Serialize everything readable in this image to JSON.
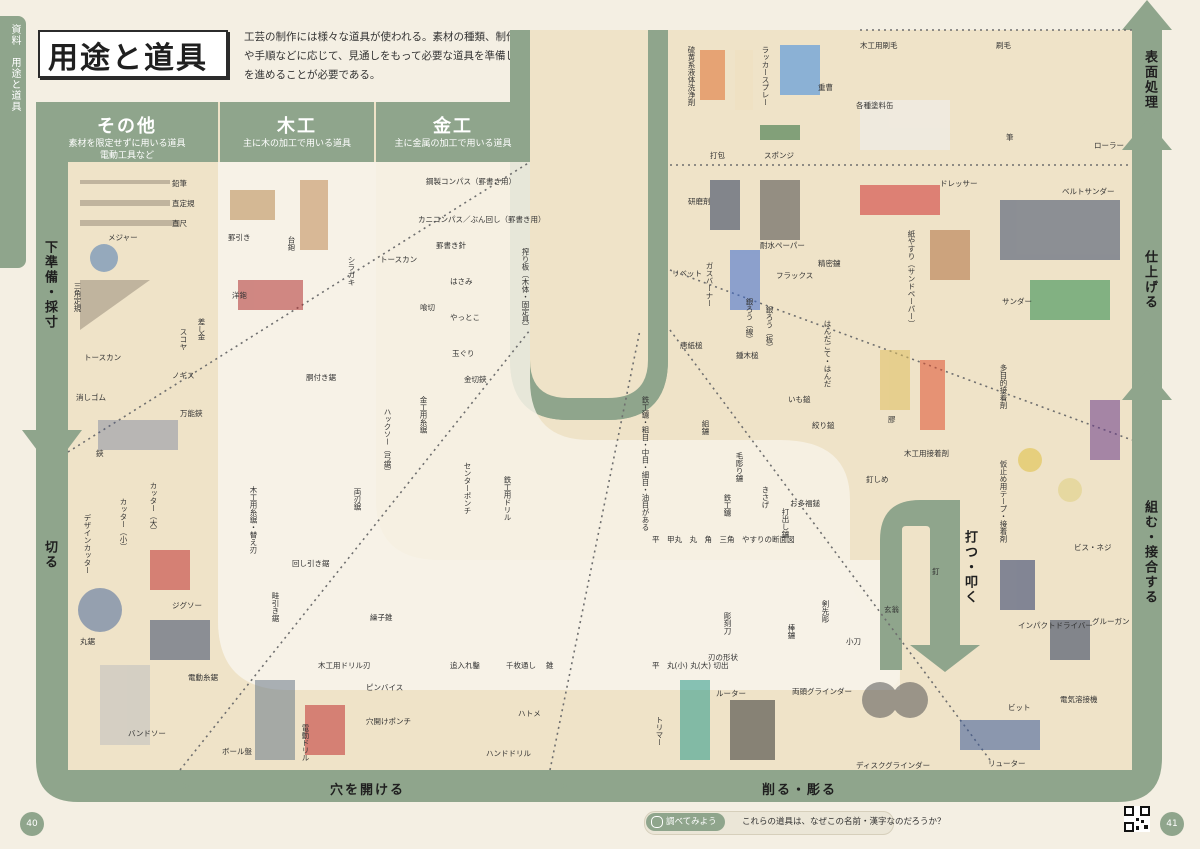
{
  "side_tab": "資料　用途と道具",
  "title": "用途と道具",
  "intro": "工芸の制作には様々な道具が使われる。素材の種類、制作の段階や手順などに応じて、見通しをもって必要な道具を準備し、制作を進めることが必要である。",
  "columns": {
    "other": {
      "heading": "その他",
      "sub": "素材を限定せずに用いる道具\n電動工具など"
    },
    "wood": {
      "heading": "木工",
      "sub": "主に木の加工で用いる道具"
    },
    "metal": {
      "heading": "金工",
      "sub": "主に金属の加工で用いる道具"
    }
  },
  "stages": {
    "prep": "下準備・採寸",
    "cut": "切る",
    "drill": "穴を開ける",
    "carve": "削る・彫る",
    "strike": "打つ・叩く",
    "join": "組む・接合する",
    "finish": "仕上げる",
    "surface": "表面処理"
  },
  "labels": {
    "enpitsu": "鉛筆",
    "chokujogi": "直定規",
    "kanejaku": "直尺",
    "measure": "メジャー",
    "sankaku": "三角定規",
    "sashigane": "差し金",
    "sukoya": "スコヤ",
    "tosukan": "トースカン",
    "nogisu": "ノギス",
    "keshigomu": "消しゴム",
    "kebiki": "罫引き",
    "dainokanna": "台鉋",
    "shiragaki": "シラガキ",
    "yokanna": "洋鉋",
    "tosukan_m": "トースカン",
    "kote_compass": "鋼製コンパス（罫書き用）",
    "kanikon": "カニコンパス／ぶん回し（罫書き用）",
    "kegakibari": "罫書き針",
    "shiboriita": "搾り板（木体・固定具）",
    "hasami": "はさみ",
    "yattoko": "やっとこ",
    "kirihashi": "喰切",
    "takanozume": "玉ぐり",
    "kinkiri": "金切鋏",
    "bankin": "万能鋏",
    "hasami2": "鋏",
    "cutter_s": "カッター（小）",
    "cutter_l": "カッター（大）",
    "design_cutter": "デザインカッター",
    "jigsaw": "ジグソー",
    "marunoko": "丸鋸",
    "denkoito": "電動糸鋸",
    "bandsaw": "バンドソー",
    "dozuki": "胴付き鋸",
    "ryoba": "両刃鋸",
    "mawashibiki": "回し引き鋸",
    "itonoko": "木工用糸鋸・替え刃",
    "azebiki": "畦引き鋸",
    "hacksaw": "ハックソー（弓鋸）",
    "kinko_itonoko": "金工用糸鋸",
    "center_punch": "センターポンチ",
    "tekko_drill": "鉄工用ドリル",
    "neji_kiri": "繰子錐",
    "mokko_drill": "木工用ドリル刃",
    "oire_nomi": "追入れ鑿",
    "senmai": "千枚通し",
    "kiri": "錐",
    "bolban": "ボール盤",
    "dendo_drill": "電動ドリル",
    "pinvise": "ピンバイス",
    "anaake_punch": "穴開けポンチ",
    "hatome": "ハトメ",
    "hand_drill": "ハンドドリル",
    "trimmer": "トリマー",
    "router": "ルーター",
    "ryoto_grinder": "両頭グラインダー",
    "disk_grinder": "ディスクグラインダー",
    "rutor": "リューター",
    "bit": "ビット",
    "chokoku": "彫刻刀",
    "chokoku_shape": "平　丸(小) 丸(大) 切出",
    "chokoku_caption": "刃の形状",
    "bokashi": "棒鑢",
    "kensaku": "剣先彫",
    "kogatana": "小刀",
    "hakushi": "鉄工鑢・粗目・中目・細目・油目がある",
    "kosashi": "組鑢",
    "keburi": "毛彫り鑢",
    "kisage": "きさげ",
    "tetsukoyasuri": "鉄工鑢",
    "uchidashi": "打出し鑢",
    "yasuri_section": "平　甲丸　丸　角　三角　やすりの断面図",
    "kamigami": "唐紙槌",
    "kigazuchi": "鍾木槌",
    "imo": "いも鎚",
    "shiborizuchi": "絞り鎚",
    "otafuku": "お多福鎚",
    "kugishime": "釘しめ",
    "genno": "玄翁",
    "kugi": "釘",
    "ryusan": "硫黄系液体洗浄剤",
    "lacquer": "ラッカースプレー",
    "jusou": "重曹",
    "sponge": "スポンジ",
    "tanpo": "打包",
    "mokko_hake": "木工用刷毛",
    "toryohake": "各種塗料缶",
    "hake": "刷毛",
    "fude": "筆",
    "roller": "ローラー",
    "kenmazai": "研磨剤",
    "taisui": "耐水ペーパー",
    "seimitsu": "精密鑢",
    "dresser": "ドレッサー",
    "kamiyasuri": "紙やすり（サンドペーパー）",
    "belt_sander": "ベルトサンダー",
    "sander": "サンダー",
    "rivet": "リベット",
    "gasburner": "ガスバーナー",
    "ginro_g": "銀ろう（線）",
    "ginro_p": "銀ろう（板）",
    "flux": "フラックス",
    "handagote": "はんだごて・はんだ",
    "nikawa": "膠",
    "mokko_setchaku": "木工用接着剤",
    "tamokuteki": "多目的接着剤",
    "karidome": "仮止め用テープ・接着剤",
    "bis": "ビス・ネジ",
    "impact": "インパクトドライバー",
    "gluegun": "グルーガン",
    "denki_yosetsu": "電気溶接機"
  },
  "page_left": "40",
  "page_right": "41",
  "callout_tag": "調べてみよう",
  "callout_text": "これらの道具は、なぜこの名前・漢字なのだろうか？",
  "colors": {
    "green": "#8fa58c",
    "cream": "#efe3c8",
    "inner": "#f7f2e6",
    "bg": "#f4efe3"
  }
}
